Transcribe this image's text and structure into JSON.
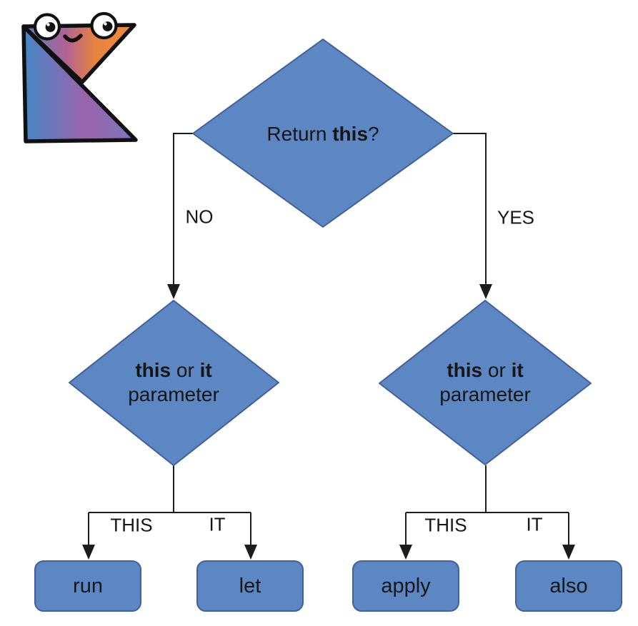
{
  "page": {
    "background": "#ffffff"
  },
  "logo": {
    "name": "Kotlin mascot with googly eyes",
    "colors": {
      "blue": "#4586c5",
      "purple": "#a55fa5",
      "orange": "#ee8c3b",
      "slate_purple": "#7b76bc",
      "outline": "#111111"
    }
  },
  "flowchart": {
    "colors": {
      "shape_fill": "#5c87c3",
      "shape_border": "#40619b",
      "connector_line": "#1c1c1c",
      "text": "#161616"
    },
    "root_question": {
      "prefix": "Return ",
      "bold": "this",
      "suffix": "?"
    },
    "edge_labels": {
      "no": "NO",
      "yes": "YES",
      "this": "THIS",
      "it": "IT"
    },
    "decision_question": {
      "bold1": "this",
      "mid": " or ",
      "bold2": "it",
      "line2": "parameter"
    },
    "results": {
      "run": "run",
      "let": "let",
      "apply": "apply",
      "also": "also"
    }
  }
}
